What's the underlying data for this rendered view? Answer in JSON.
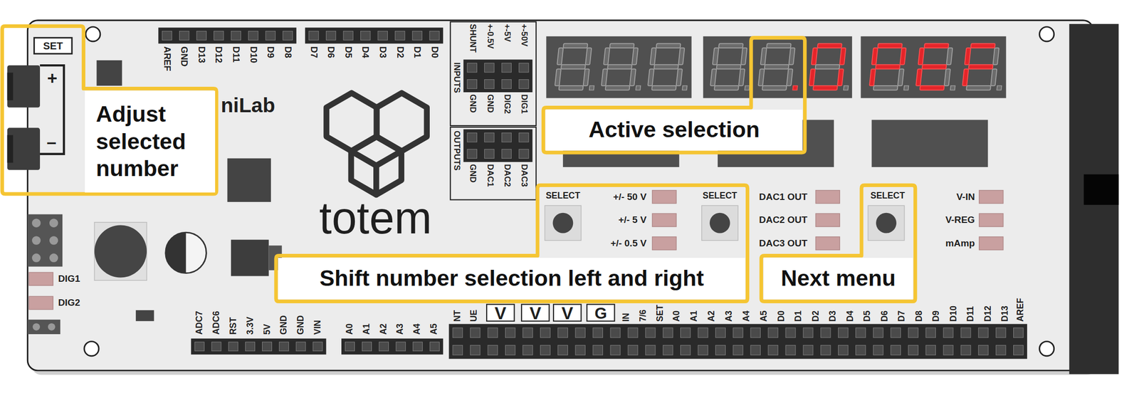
{
  "diagram": {
    "nodes": [
      {
        "text": [
          "Adjust selected number"
        ]
      },
      {
        "text": [
          "Active selection"
        ]
      },
      {
        "text": [
          "Shift number selection left and right"
        ]
      },
      {
        "text": [
          "Next menu"
        ]
      }
    ],
    "labels": [
      "AREF",
      "GND",
      "D13",
      "D12",
      "D11",
      "D10",
      "D9",
      "D8",
      "D7",
      "D6",
      "D5",
      "D4",
      "D3",
      "D2",
      "D1",
      "D0",
      "SET",
      "+",
      "–",
      "niLab",
      "totem",
      "SHUNT",
      "+-0.5V",
      "+-5V",
      "+-50V",
      "INPUTS",
      "GND",
      "GND",
      "DIG2",
      "DIG1",
      "OUTPUTS",
      "GND",
      "DAC1",
      "DAC2",
      "DAC3",
      "SELECT",
      "+/- 50 V",
      "SELECT",
      "+/- 5 V",
      "+/- 0.5 V",
      "DAC1 OUT",
      "SELECT",
      "V-IN",
      "DAC2 OUT",
      "V-REG",
      "DAC3 OUT",
      "mAmp",
      "DIG1",
      "DIG2",
      "ADC7",
      "ADC6",
      "RST",
      "3.3V",
      "5V",
      "GND",
      "GND",
      "VIN",
      "A0",
      "A1",
      "A2",
      "A3",
      "A4",
      "A5",
      "NT",
      "UE",
      "V",
      "V",
      "V",
      "G",
      "IN",
      "7/6",
      "SET",
      "A0",
      "A1",
      "A2",
      "A3",
      "A4",
      "A5",
      "D0",
      "D1",
      "D2",
      "D3",
      "D4",
      "D5",
      "D6",
      "D7",
      "D8",
      "D9",
      "D10",
      "D11",
      "D12",
      "D13",
      "AREF"
    ]
  }
}
